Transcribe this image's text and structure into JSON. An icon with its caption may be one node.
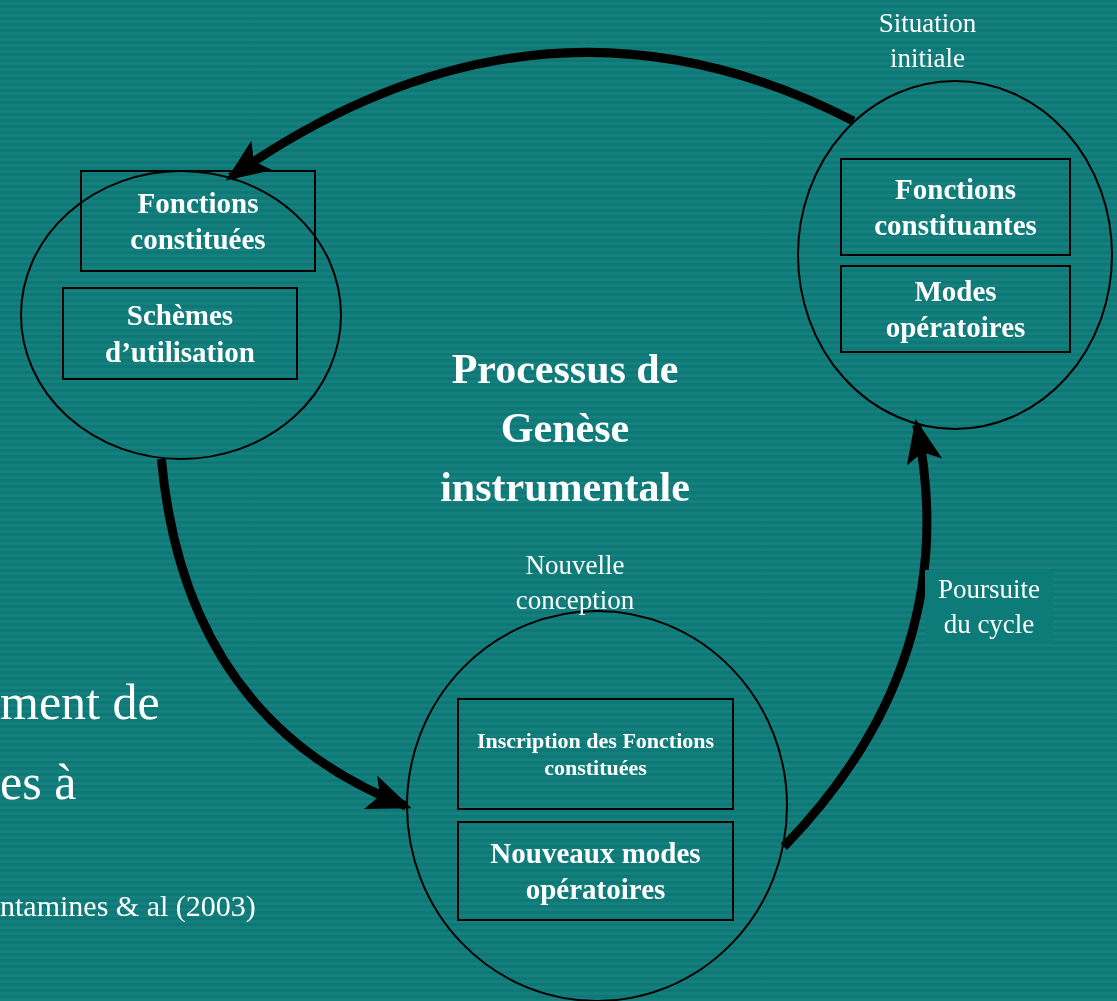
{
  "diagram": {
    "nodes": [
      {
        "text": [],
        "shape": "circle"
      },
      {
        "text": [
          "Fonctions constituées"
        ],
        "in": 0
      },
      {
        "text": [
          "Schèmes d’utilisation"
        ],
        "in": 0
      },
      {
        "text": [],
        "shape": "circle",
        "beside": [
          "Situation initiale"
        ]
      },
      {
        "text": [
          "Fonctions constituantes"
        ],
        "in": 3
      },
      {
        "text": [
          "Modes opératoires"
        ],
        "in": 3
      },
      {
        "text": [],
        "shape": "circle",
        "beside": [
          "Nouvelle conception"
        ]
      },
      {
        "text": [
          "Inscription des Fonctions constituées"
        ],
        "in": 6
      },
      {
        "text": [
          "Nouveaux modes opératoires"
        ],
        "in": 6
      }
    ],
    "edges": [
      {
        "from": 3,
        "to": 0,
        "arrow": "to"
      },
      {
        "from": 0,
        "to": 6,
        "arrow": "to"
      },
      {
        "from": 6,
        "to": 3,
        "arrow": "to",
        "label": "Poursuite du cycle"
      }
    ],
    "labels": [
      "Processus de Genèse instrumentale",
      "ment de",
      "es à",
      "ntamines & al (2003)"
    ]
  }
}
